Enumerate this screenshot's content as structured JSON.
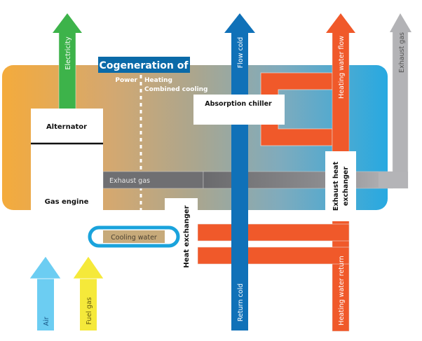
{
  "title": "Cogeneration of",
  "legend": {
    "power": "Power",
    "heating": "Heating",
    "combined_cooling": "Combined cooling"
  },
  "components": {
    "alternator": "Alternator",
    "gas_engine": "Gas engine",
    "absorption_chiller": "Absorption chiller",
    "heat_exchanger": "Heat exchanger",
    "exhaust_heat_exchanger_line1": "Exhaust heat",
    "exhaust_heat_exchanger_line2": "exchanger"
  },
  "flows": {
    "electricity": "Electricity",
    "flow_cold": "Flow cold",
    "heating_water_flow": "Heating water flow",
    "exhaust_gas_out": "Exhaust gas",
    "exhaust_gas_pipe": "Exhaust gas",
    "cooling_water": "Cooling water",
    "air": "Air",
    "fuel_gas": "Fuel gas",
    "return_cold": "Return cold",
    "heating_water_return": "Heating water return"
  },
  "colors": {
    "title_bg": "#0a6aa8",
    "electricity": "#3db34a",
    "cold": "#1071b8",
    "heating": "#f0592a",
    "exhaust": "#6f6f72",
    "exhaust_light": "#b3b3b6",
    "cooling_loop": "#1aa3dc",
    "air": "#6ccdf2",
    "fuel_gas": "#f5e93a",
    "bg_left": "#f4ab3c",
    "bg_mid": "#a9a89a",
    "bg_right": "#29a8e0"
  }
}
